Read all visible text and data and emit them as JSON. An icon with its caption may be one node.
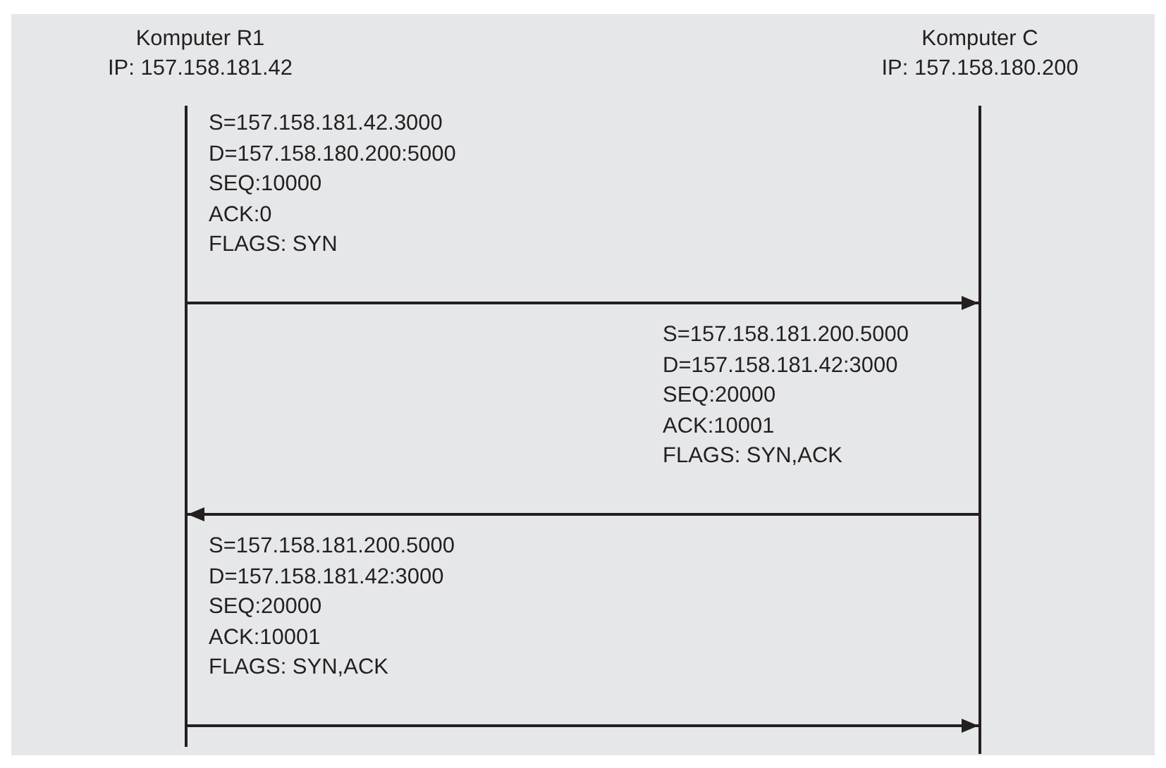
{
  "diagram": {
    "nodes": [
      {
        "text": [
          "Komputer R1",
          "IP: 157.158.181.42"
        ]
      },
      {
        "text": [
          "Komputer C",
          "IP: 157.158.180.200"
        ]
      }
    ],
    "edges": [
      {
        "from": 0,
        "to": 1,
        "arrow": "to"
      },
      {
        "from": 1,
        "to": 0,
        "arrow": "to"
      },
      {
        "from": 0,
        "to": 1,
        "arrow": "to"
      }
    ],
    "labels": [
      "S=157.158.181.42.3000",
      "D=157.158.180.200:5000",
      "SEQ:10000",
      "ACK:0",
      "FLAGS: SYN",
      "S=157.158.181.200.5000",
      "D=157.158.181.42:3000",
      "SEQ:20000",
      "ACK:10001",
      "FLAGS: SYN,ACK",
      "S=157.158.181.200.5000",
      "D=157.158.181.42:3000",
      "SEQ:20000",
      "ACK:10001",
      "FLAGS: SYN,ACK"
    ]
  }
}
